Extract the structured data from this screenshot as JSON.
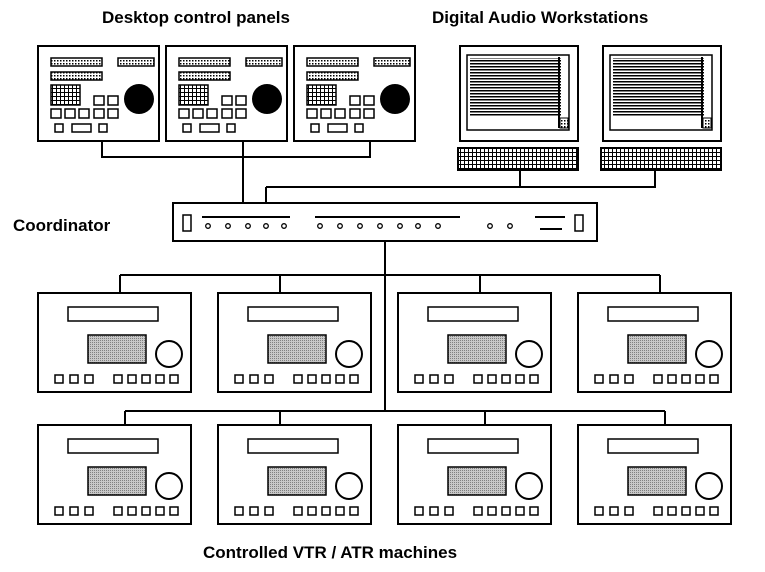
{
  "diagram": {
    "labels": {
      "desktop_panels": "Desktop control panels",
      "daw": "Digital Audio Workstations",
      "coordinator": "Coordinator",
      "machines": "Controlled VTR / ATR machines"
    },
    "counts": {
      "control_panels": 3,
      "workstations": 2,
      "machine_rows": 2,
      "machines_per_row": 4
    },
    "colors": {
      "line": "#000000",
      "background": "#ffffff",
      "screen_fill": "#b8b8b8",
      "pattern": "#000000"
    }
  }
}
